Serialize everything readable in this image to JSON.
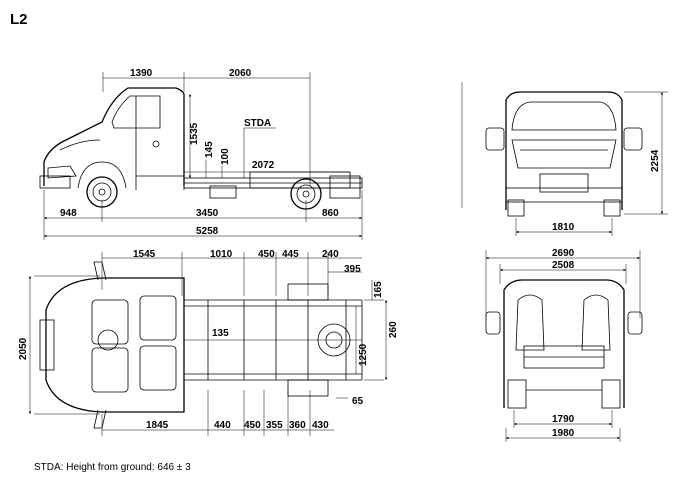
{
  "title": "L2",
  "footnote": "STDA: Height from ground: 646 ± 3",
  "side_view": {
    "stda_label": "STDA",
    "dims": {
      "cab": "1390",
      "body": "2060",
      "front_overhang": "948",
      "wheelbase": "3450",
      "rear_overhang": "860",
      "overall_length": "5258",
      "chassis_length": "2072",
      "height_cab_rear": "1535",
      "h145": "145",
      "h100": "100"
    }
  },
  "front_view": {
    "dims": {
      "height": "2254",
      "track": "1810"
    }
  },
  "top_view": {
    "dims": {
      "t1545": "1545",
      "t1010": "1010",
      "t450": "450",
      "t445": "445",
      "t240": "240",
      "t395": "395",
      "t165": "165",
      "t260": "260",
      "t1250": "1250",
      "t135": "135",
      "t65": "65",
      "b1845": "1845",
      "b440": "440",
      "b450": "450",
      "b355": "355",
      "b360": "360",
      "b430": "430",
      "width": "2050"
    }
  },
  "rear_view": {
    "dims": {
      "w2690": "2690",
      "w2508": "2508",
      "w1790": "1790",
      "w1980": "1980"
    }
  }
}
